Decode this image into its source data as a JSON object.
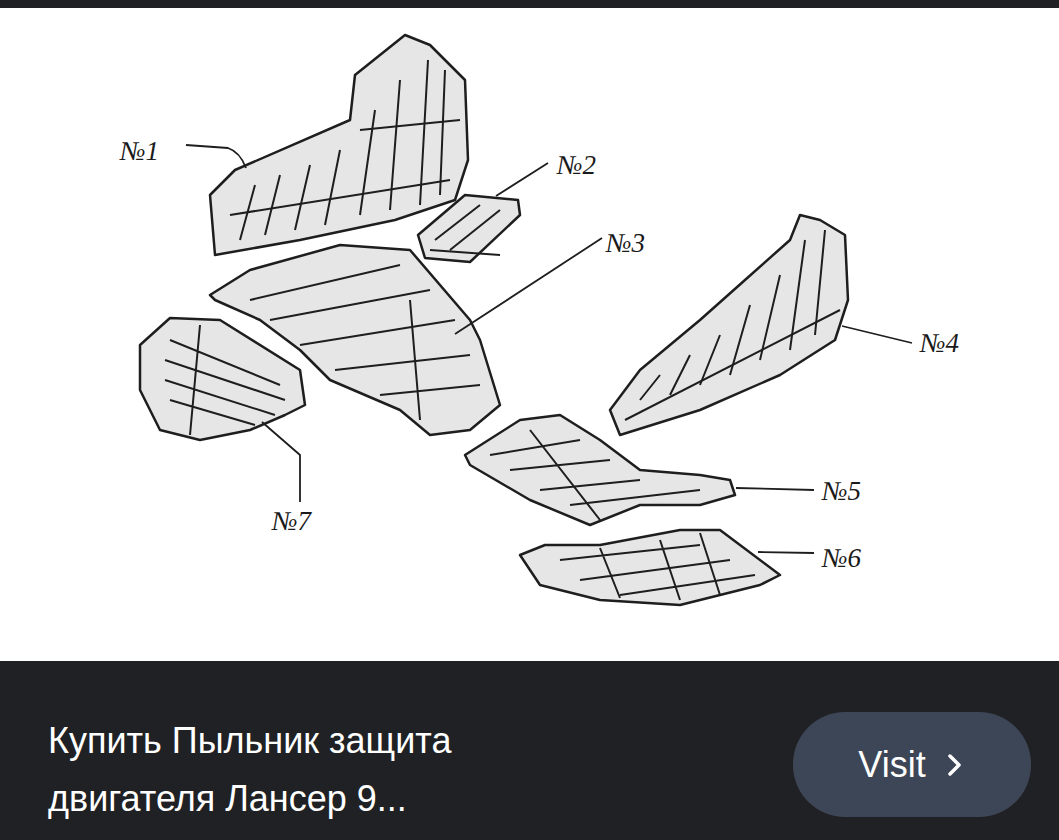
{
  "diagram": {
    "caption": "Купить Пыльник защита двигателя Лансер 9...",
    "nodes": [
      {
        "text": [
          "Visit"
        ]
      }
    ],
    "labels": [
      "№1",
      "№2",
      "№3",
      "№4",
      "№5",
      "№6",
      "№7"
    ]
  }
}
